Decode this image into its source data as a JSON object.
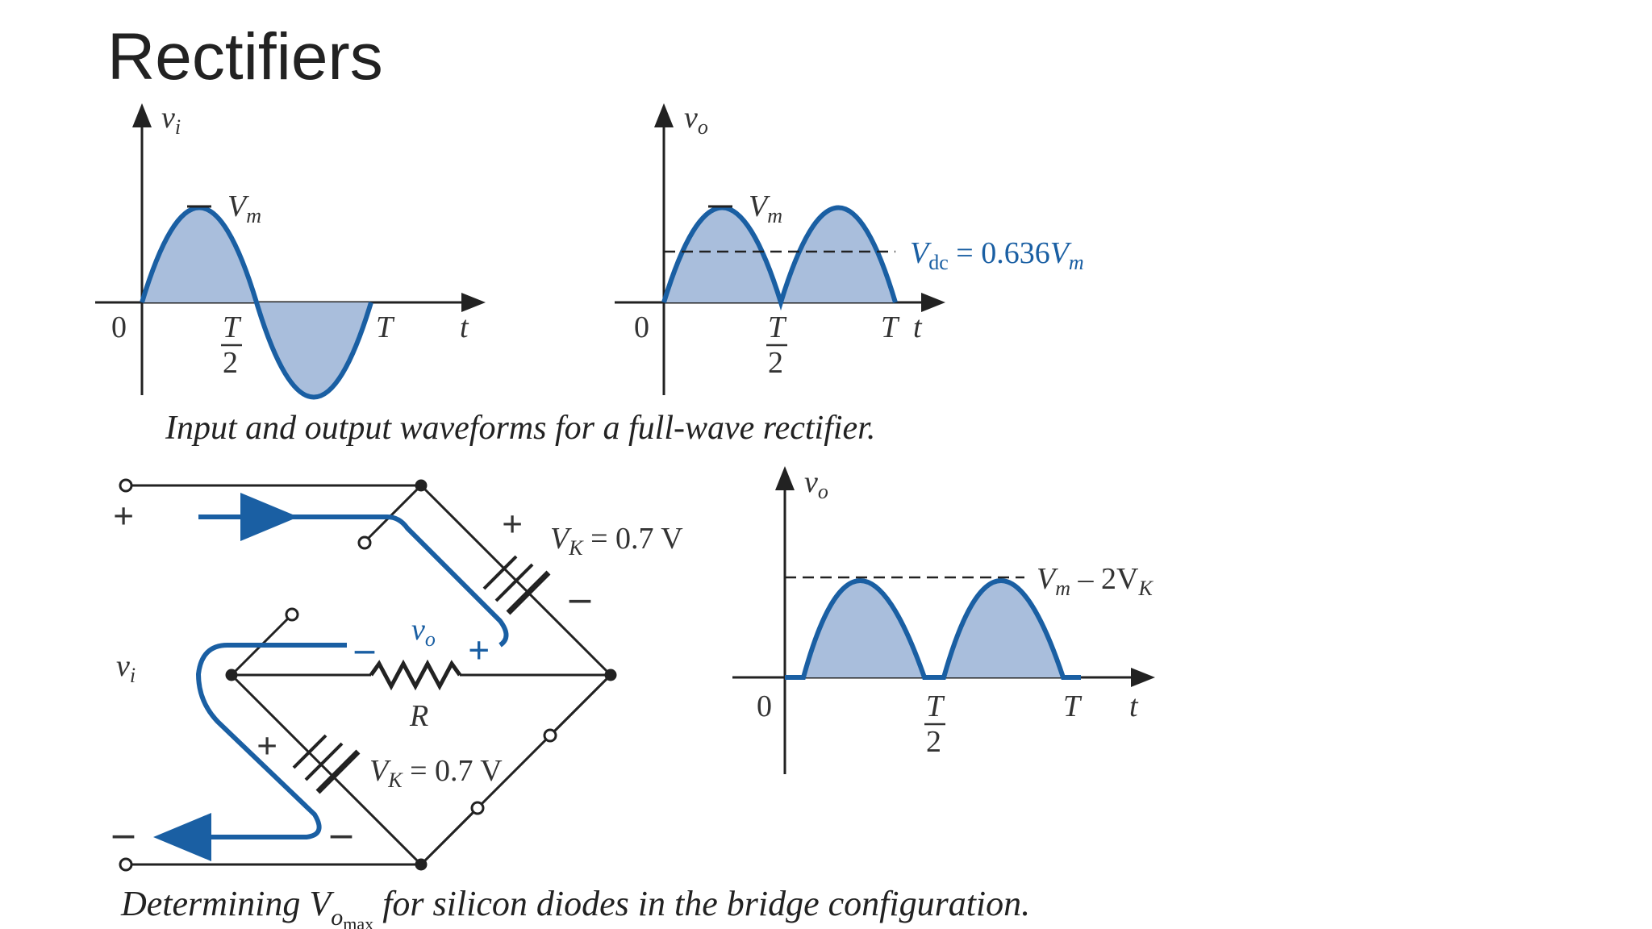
{
  "slide": {
    "title": "Rectifiers"
  },
  "colors": {
    "waveform": "#1a5fa3",
    "fill": "#a9bedc",
    "ink": "#222222"
  },
  "figure1": {
    "caption": "Input and output waveforms for a full-wave rectifier.",
    "input_plot": {
      "ylabel": "v",
      "ysub": "i",
      "peak_label": "V",
      "peak_sub": "m",
      "origin": "0",
      "half_period": "T",
      "half_den": "2",
      "period": "T",
      "xlabel": "t"
    },
    "output_plot": {
      "ylabel": "v",
      "ysub": "o",
      "peak_label": "V",
      "peak_sub": "m",
      "origin": "0",
      "half_period": "T",
      "half_den": "2",
      "period": "T",
      "xlabel": "t",
      "dc_label_v": "V",
      "dc_label_sub": "dc",
      "dc_label_eq": " = 0.636",
      "dc_label_vm": "V",
      "dc_label_vm_sub": "m"
    }
  },
  "figure2": {
    "caption_pre": "Determining V",
    "caption_sub": "o",
    "caption_subsub": "max",
    "caption_post": " for silicon diodes in the bridge configuration.",
    "circuit": {
      "plus_top": "+",
      "minus_bottom": "–",
      "vi": "v",
      "vi_sub": "i",
      "vo": "v",
      "vo_sub": "o",
      "resistor": "R",
      "d1_plus": "+",
      "d1_minus": "–",
      "d1_label": "V",
      "d1_sub": "K",
      "d1_value": " = 0.7 V",
      "d2_plus": "+",
      "d2_minus": "–",
      "d2_label": "V",
      "d2_sub": "K",
      "d2_value": " = 0.7 V",
      "vo_minus": "–",
      "vo_plus": "+"
    },
    "output_plot": {
      "ylabel": "v",
      "ysub": "o",
      "origin": "0",
      "half_period": "T",
      "half_den": "2",
      "period": "T",
      "xlabel": "t",
      "level_label_v": "V",
      "level_label_sub": "m",
      "level_label_rest": " – 2V",
      "level_label_sub2": "K"
    }
  }
}
